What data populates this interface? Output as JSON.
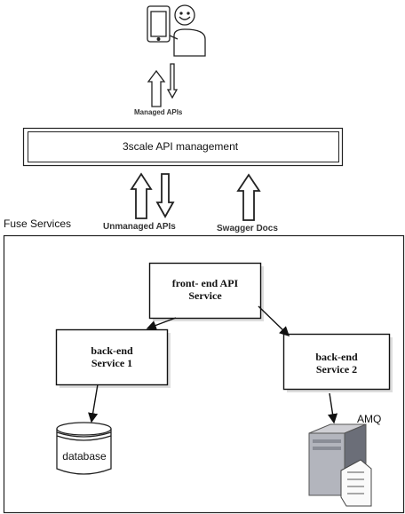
{
  "labels": {
    "managed_apis": "Managed APIs",
    "api_management": "3scale  API management",
    "unmanaged_apis": "Unmanaged APIs",
    "swagger_docs": "Swagger Docs",
    "fuse_services": "Fuse Services",
    "frontend_line1": "front- end API",
    "frontend_line2": "Service",
    "backend1_line1": "back-end",
    "backend1_line2": "Service 1",
    "backend2_line1": "back-end",
    "backend2_line2": "Service 2",
    "database": "database",
    "amq": "AMQ"
  },
  "icons": {
    "user": "user-with-phone-icon",
    "database": "database-cylinder-icon",
    "server": "server-icon"
  }
}
